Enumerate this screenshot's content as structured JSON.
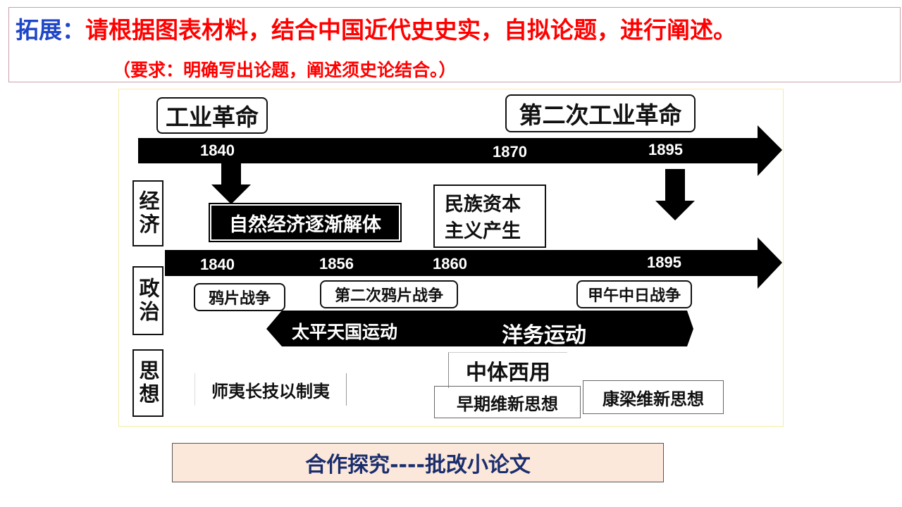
{
  "header": {
    "prefix": "拓展：",
    "title": "请根据图表材料，结合中国近代史史实，自拟论题，进行阐述。",
    "requirement": "（要求：明确写出论题，阐述须史论结合。）"
  },
  "diagram": {
    "top_labels": {
      "industrial_revolution": "工业革命",
      "second_industrial_revolution": "第二次工业革命"
    },
    "top_arrow_years": [
      "1840",
      "1870",
      "1895"
    ],
    "middle_arrow_years": [
      "1840",
      "1856",
      "1860",
      "1895"
    ],
    "side_labels": {
      "economy": "经济",
      "politics": "政治",
      "thought": "思想"
    },
    "economy": {
      "natural_economy": "自然经济逐渐解体",
      "national_capitalism_line1": "民族资本",
      "national_capitalism_line2": "主义产生"
    },
    "politics": {
      "opium_war": "鸦片战争",
      "second_opium_war": "第二次鸦片战争",
      "sino_japanese_war": "甲午中日战争",
      "taiping": "太平天国运动",
      "self_strengthening": "洋务运动"
    },
    "thought": {
      "learn_from_west": "师夷长技以制夷",
      "zhongti_xiyong": "中体西用",
      "early_reform": "早期维新思想",
      "kang_liang": "康梁维新思想"
    }
  },
  "footer": {
    "label": "合作探究----批改小论文"
  },
  "colors": {
    "title_red": "#ff0000",
    "prefix_blue": "#2046c8",
    "footer_bg": "#fce8da",
    "footer_text": "#1a2e6e"
  }
}
